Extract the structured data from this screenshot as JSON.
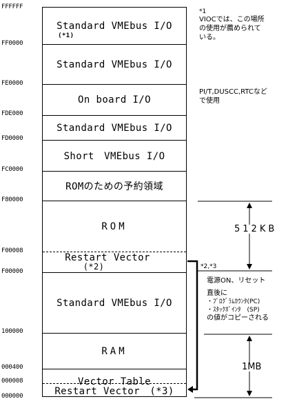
{
  "addresses": {
    "ffffff": "FFFFFF",
    "ff0000": "FF0000",
    "fe0000": "FE0000",
    "fde000": "FDE000",
    "fd0000": "FD0000",
    "fc0000": "FC0000",
    "f80000": "F80000",
    "f00008": "F00008",
    "f00000": "F00000",
    "a100000": "100000",
    "a000400": "000400",
    "a000008": "000008",
    "a000000": "000000"
  },
  "regions": {
    "vme1": "Standard VMEbus I/O",
    "vme1_note": "(*1)",
    "vme2": "Standard VMEbus I/O",
    "onboard": "On board I/O",
    "vme3": "Standard VMEbus I/O",
    "short": "Short　VMEbus I/O",
    "rom_reserved": "ROMのための予約領域",
    "rom": "ROM",
    "restart1": "Restart Vector",
    "restart1_note": "(*2)",
    "vme4": "Standard VMEbus I/O",
    "ram": "RAM",
    "vector_table": "Vector Table",
    "restart2": "Restart Vector　(*3)"
  },
  "notes": {
    "n1_mark": "*1",
    "n1_line1": "VIOCでは、この場所",
    "n1_line2": "の使用が薦められて",
    "n1_line3": "いる。",
    "pit_line1": "PI/T,DUSCC,RTCなど",
    "pit_line2": "で使用",
    "rom_size": "512KB",
    "mark23": "*2,*3",
    "power_line1": "電源ON、リセット",
    "power_line2": "直後に",
    "power_line3": "・ﾌﾟﾛｸﾞﾗﾑｶｳﾝﾀ(PC)",
    "power_line4": "・ｽﾀｯｸﾎﾟｲﾝﾀ　(SP)",
    "power_line5": "の値がコピーされる",
    "ram_size": "1MB"
  }
}
